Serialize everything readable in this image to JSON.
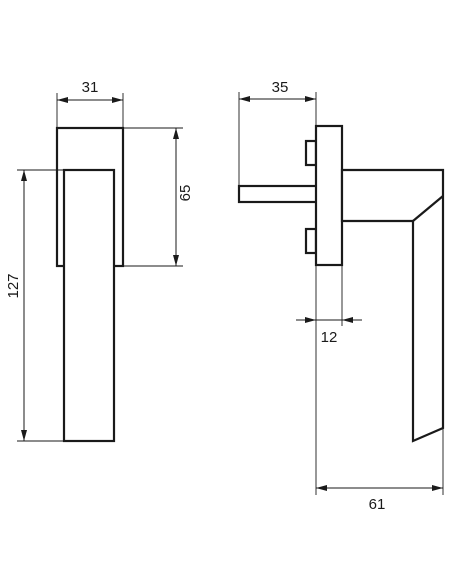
{
  "dimensions": {
    "top_width_front": "31",
    "rose_height": "65",
    "overall_height": "127",
    "spindle_length": "35",
    "rose_thickness": "12",
    "projection": "61"
  },
  "colors": {
    "line": "#1a1a1a",
    "background": "#ffffff"
  }
}
